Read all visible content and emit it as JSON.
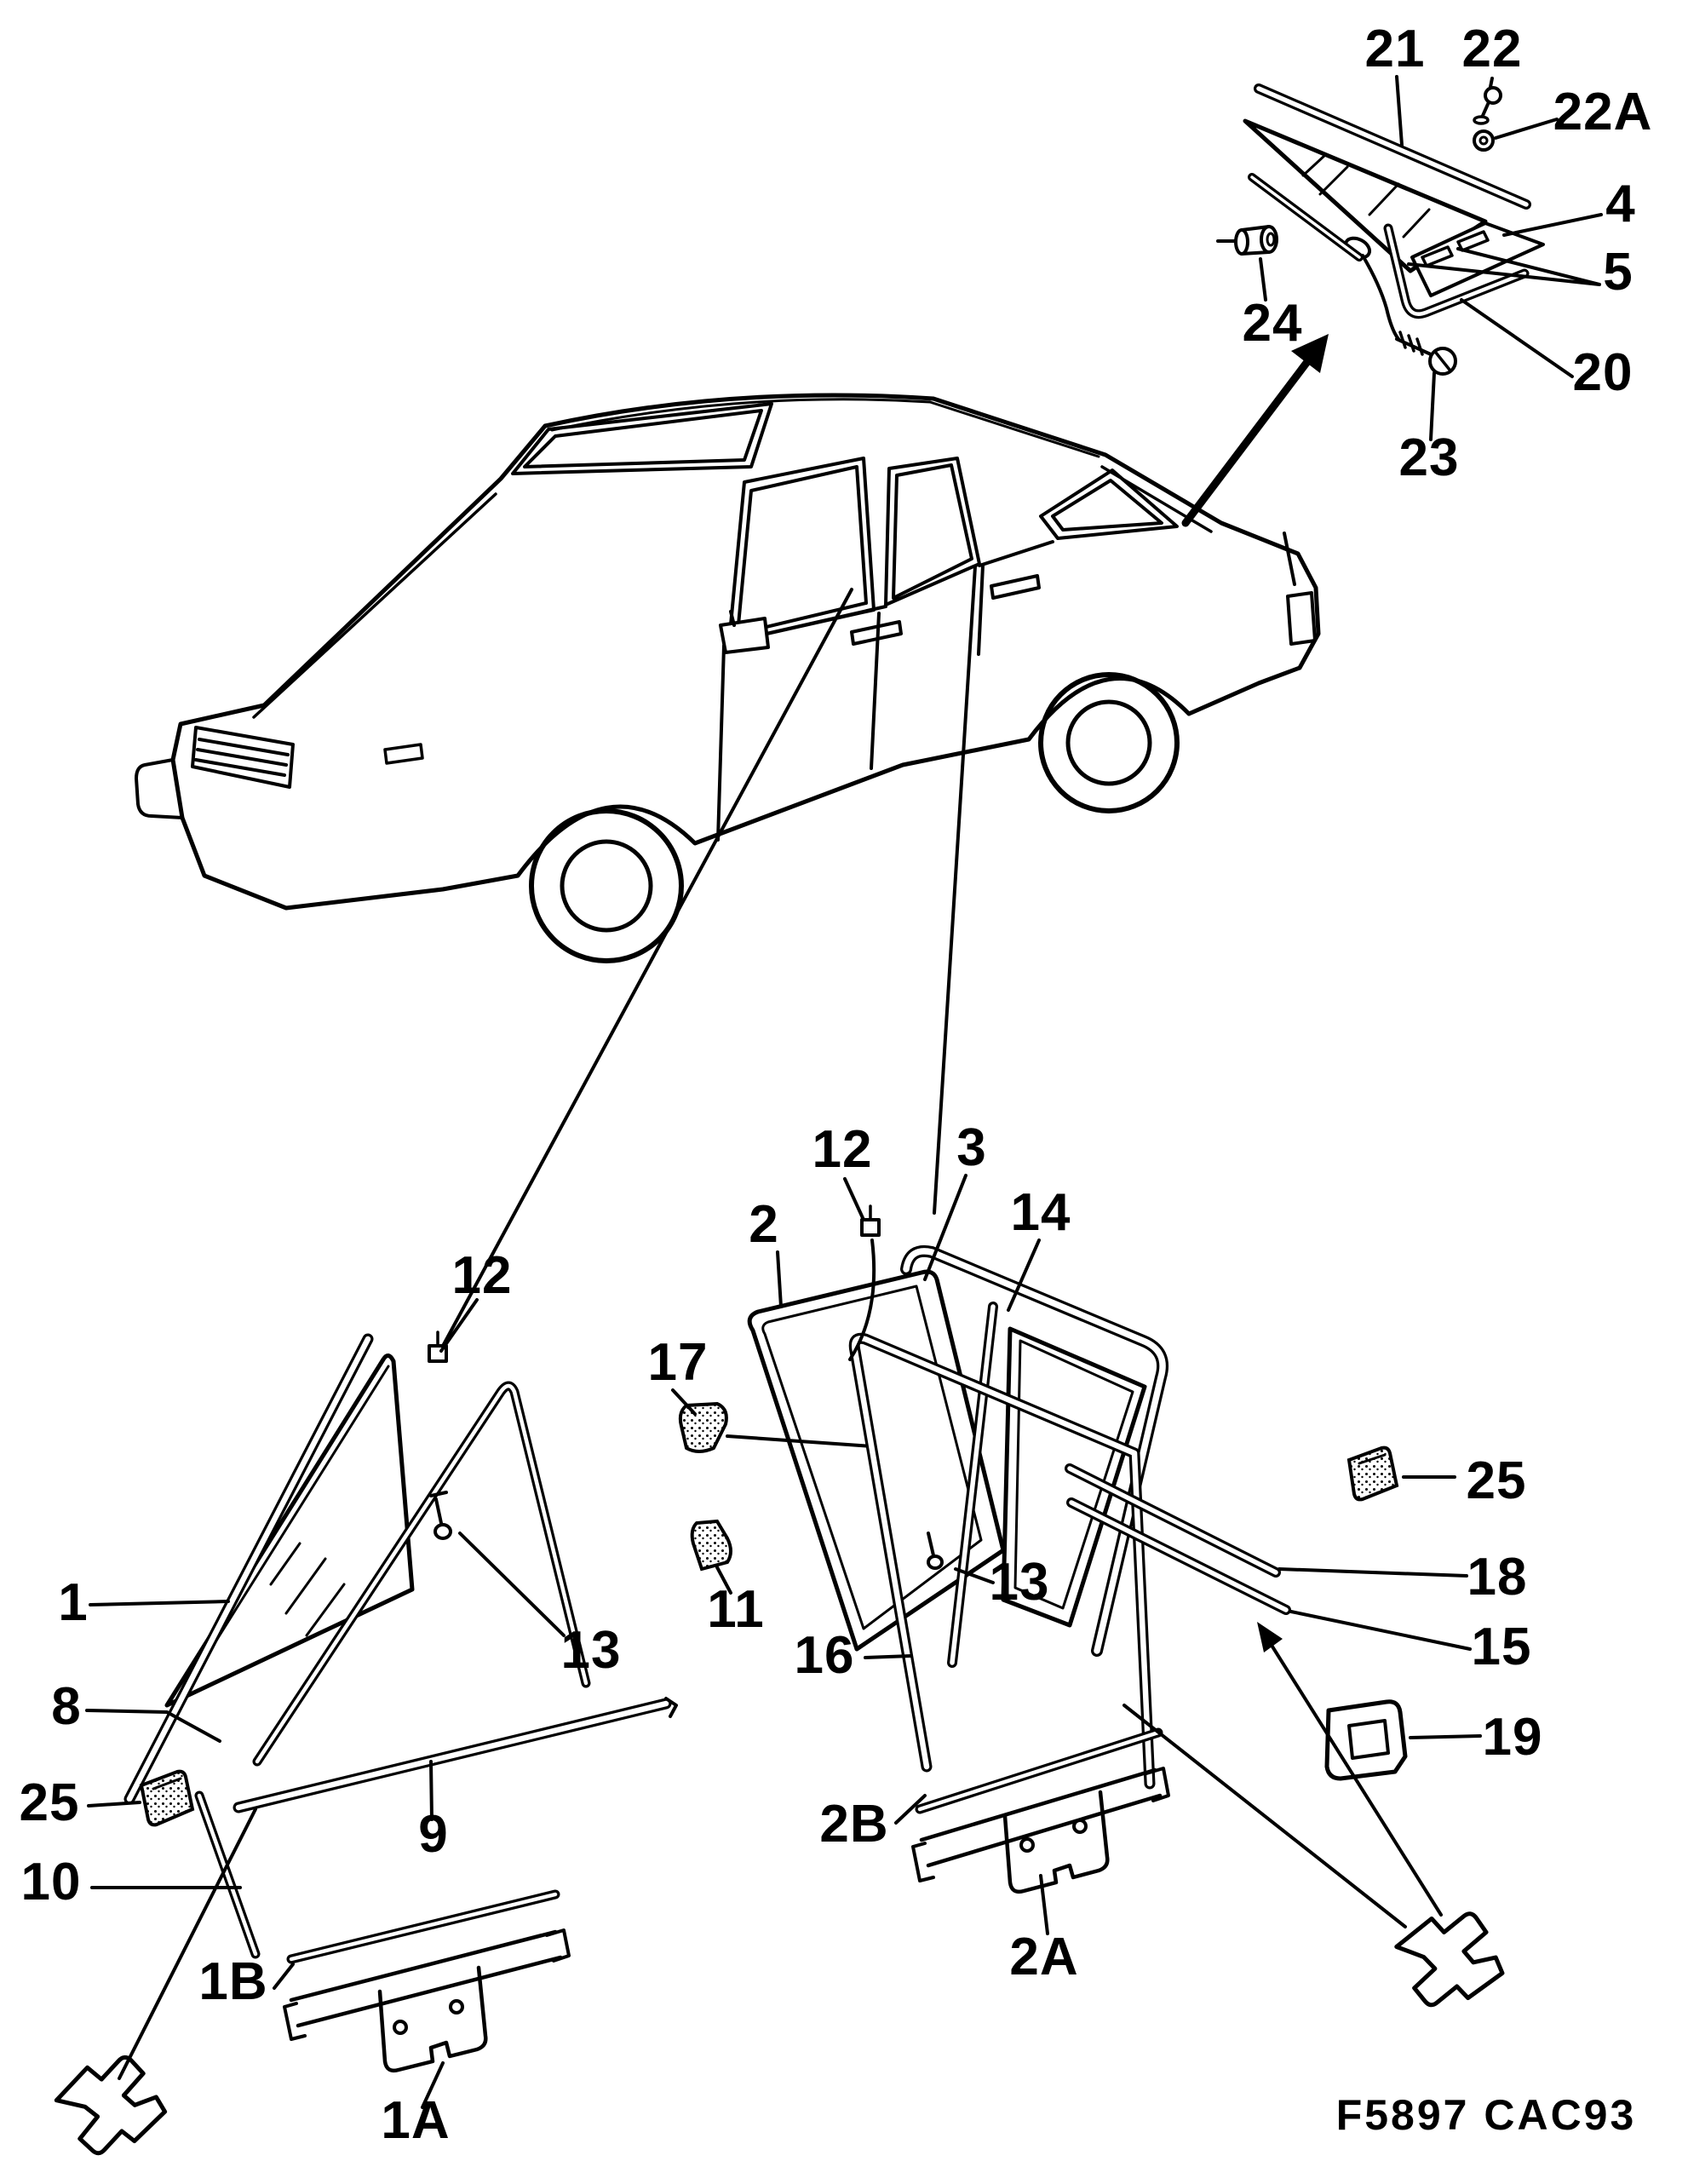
{
  "document": {
    "kind": "parts catalog exploded diagram",
    "figure_code": "F5897 CAC93",
    "colors": {
      "ink": "#000000",
      "paper": "#ffffff"
    }
  },
  "labels": {
    "t21": "21",
    "t22": "22",
    "t22a": "22A",
    "t4": "4",
    "t5": "5",
    "t20": "20",
    "t23": "23",
    "t24": "24",
    "f1": "1",
    "f8": "8",
    "f25": "25",
    "f10": "10",
    "f9": "9",
    "f12": "12",
    "f13": "13",
    "f11": "11",
    "f17": "17",
    "f1b": "1B",
    "f1a": "1A",
    "r2": "2",
    "r12": "12",
    "r3": "3",
    "r14": "14",
    "r13": "13",
    "r16": "16",
    "r25": "25",
    "r18": "18",
    "r15": "15",
    "r19": "19",
    "r2b": "2B",
    "r2a": "2A"
  }
}
